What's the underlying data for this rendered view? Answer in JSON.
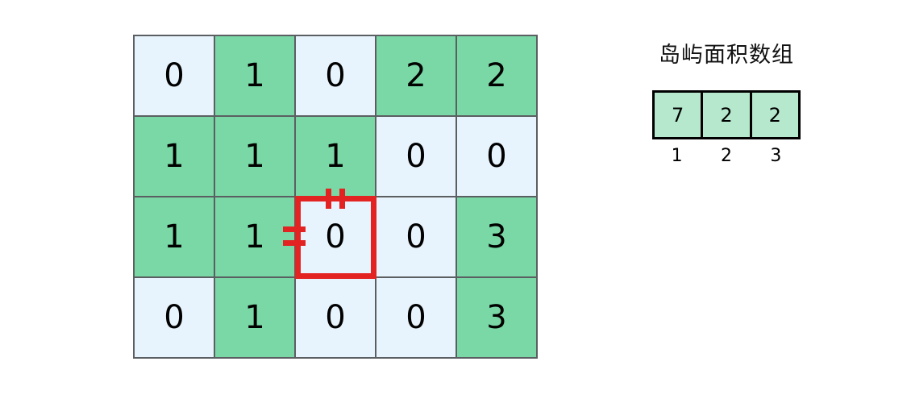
{
  "colors": {
    "land": "#79d8a5",
    "water": "#e8f4fd",
    "grid_border": "#5b5f61",
    "highlight": "#e32222",
    "array_fill": "#b5e8cc",
    "array_border": "#000000",
    "background": "#ffffff",
    "text": "#000000"
  },
  "matrix": {
    "rows": 4,
    "cols": 5,
    "values": [
      [
        "0",
        "1",
        "0",
        "2",
        "2"
      ],
      [
        "1",
        "1",
        "1",
        "0",
        "0"
      ],
      [
        "1",
        "1",
        "0",
        "0",
        "3"
      ],
      [
        "0",
        "1",
        "0",
        "0",
        "3"
      ]
    ],
    "cell_types": [
      [
        "water",
        "land",
        "water",
        "land",
        "land"
      ],
      [
        "land",
        "land",
        "land",
        "water",
        "water"
      ],
      [
        "land",
        "land",
        "water",
        "water",
        "land"
      ],
      [
        "water",
        "land",
        "water",
        "water",
        "land"
      ]
    ]
  },
  "highlight": {
    "row": 2,
    "col": 2,
    "value": "0",
    "marks": {
      "top_ticks": 2,
      "left_ticks": 2
    }
  },
  "area_panel": {
    "title": "岛屿面积数组",
    "cells": [
      "7",
      "2",
      "2"
    ],
    "indices": [
      "1",
      "2",
      "3"
    ]
  }
}
